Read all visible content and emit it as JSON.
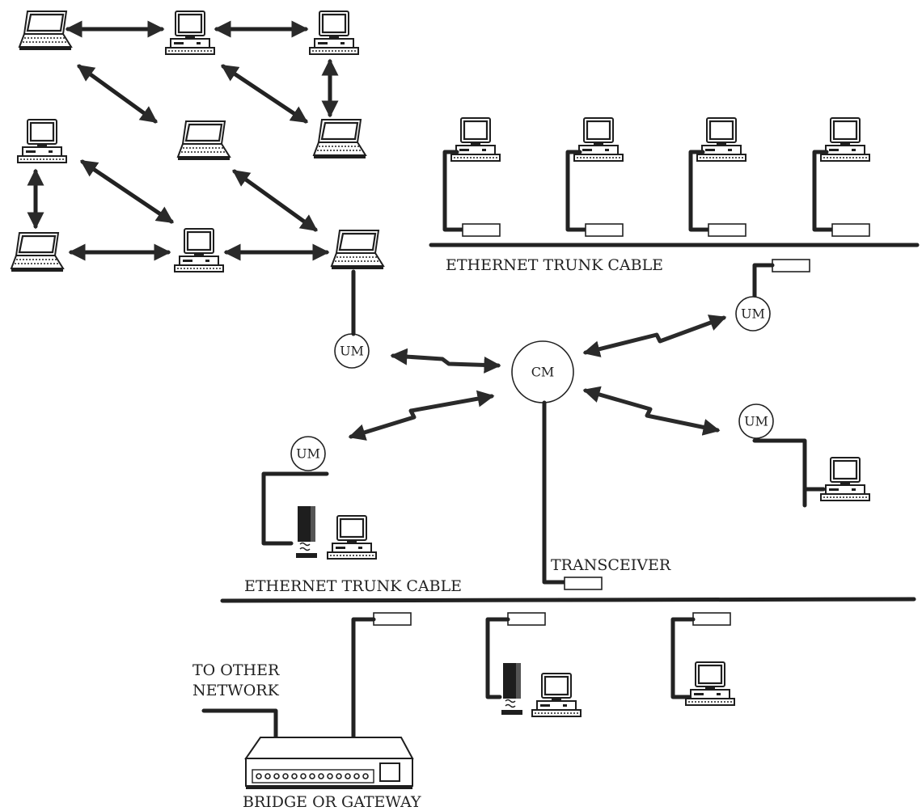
{
  "labels": {
    "ethernet_trunk_cable_top": "ETHERNET TRUNK CABLE",
    "ethernet_trunk_cable_bottom": "ETHERNET TRUNK CABLE",
    "transceiver": "TRANSCEIVER",
    "to_other_network_line1": "TO OTHER",
    "to_other_network_line2": "NETWORK",
    "bridge_or_gateway": "BRIDGE OR GATEWAY"
  },
  "modems": {
    "central": "CM",
    "user": "UM"
  }
}
